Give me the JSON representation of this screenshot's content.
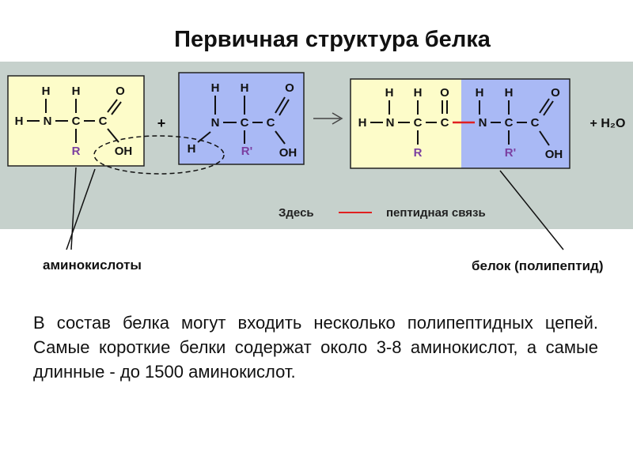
{
  "title": "Первичная структура белка",
  "atoms": {
    "h": "H",
    "n": "N",
    "c": "C",
    "o": "O",
    "oh": "OH",
    "r": "R",
    "r_prime": "R'"
  },
  "plus": "+",
  "water": "+ H₂O",
  "legend": {
    "here": "Здесь",
    "bond": "пептидная связь"
  },
  "labels": {
    "amino_acids": "аминокислоты",
    "protein": "белок (полипептид)"
  },
  "paragraph": "В состав белка могут входить несколько полипептидных цепей. Самые короткие белки содержат около 3-8 аминокислот, а самые длинные  - до 1500 аминокислот.",
  "colors": {
    "yellow_box": "#fdfcc9",
    "blue_box": "#a9b9f5",
    "r_group": "#7b3fa0",
    "peptide_bond": "#e02020",
    "band": "#c6d1cc"
  }
}
